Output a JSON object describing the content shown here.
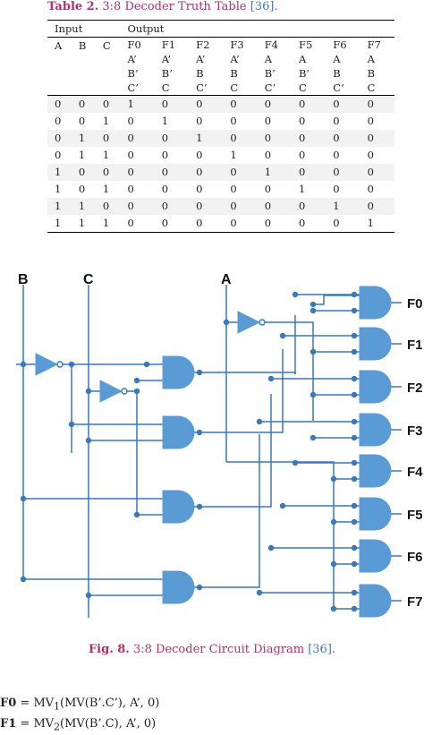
{
  "table": {
    "caption_label": "Table 2.",
    "caption_title": "3:8 Decoder Truth Table",
    "caption_ref": "[36]",
    "caption_end": ".",
    "group_headers": [
      "Input",
      "Output"
    ],
    "input_headers": [
      "A",
      "B",
      "C"
    ],
    "output_headers": [
      [
        "F0",
        "A’",
        "B’",
        "C’"
      ],
      [
        "F1",
        "A’",
        "B’",
        "C"
      ],
      [
        "F2",
        "A’",
        "B",
        "C’"
      ],
      [
        "F3",
        "A’",
        "B",
        "C"
      ],
      [
        "F4",
        "A",
        "B’",
        "C’"
      ],
      [
        "F5",
        "A",
        "B’",
        "C"
      ],
      [
        "F6",
        "A",
        "B",
        "C’"
      ],
      [
        "F7",
        "A",
        "B",
        "C"
      ]
    ],
    "rows": [
      [
        "0",
        "0",
        "0",
        "1",
        "0",
        "0",
        "0",
        "0",
        "0",
        "0",
        "0"
      ],
      [
        "0",
        "0",
        "1",
        "0",
        "1",
        "0",
        "0",
        "0",
        "0",
        "0",
        "0"
      ],
      [
        "0",
        "1",
        "0",
        "0",
        "0",
        "1",
        "0",
        "0",
        "0",
        "0",
        "0"
      ],
      [
        "0",
        "1",
        "1",
        "0",
        "0",
        "0",
        "1",
        "0",
        "0",
        "0",
        "0"
      ],
      [
        "1",
        "0",
        "0",
        "0",
        "0",
        "0",
        "0",
        "1",
        "0",
        "0",
        "0"
      ],
      [
        "1",
        "0",
        "1",
        "0",
        "0",
        "0",
        "0",
        "0",
        "1",
        "0",
        "0"
      ],
      [
        "1",
        "1",
        "0",
        "0",
        "0",
        "0",
        "0",
        "0",
        "0",
        "1",
        "0"
      ],
      [
        "1",
        "1",
        "1",
        "0",
        "0",
        "0",
        "0",
        "0",
        "0",
        "0",
        "1"
      ]
    ]
  },
  "circuit": {
    "input_labels": [
      "B",
      "C",
      "A"
    ],
    "output_labels": [
      "F0",
      "F1",
      "F2",
      "F3",
      "F4",
      "F5",
      "F6",
      "F7"
    ],
    "gate_color": "#5b9bd5",
    "wire_color": "#3a78b8"
  },
  "figure": {
    "caption_label": "Fig. 8.",
    "caption_title": "3:8 Decoder Circuit Diagram",
    "caption_ref": "[36]",
    "caption_end": "."
  },
  "equations": [
    {
      "lhs": "F0",
      "eq": " = MV",
      "sub": "1",
      "rhs": "(MV(B’.C’), A’, 0)"
    },
    {
      "lhs": "F1",
      "eq": " = MV",
      "sub": "2",
      "rhs": "(MV(B’.C), A’, 0)"
    }
  ],
  "colors": {
    "caption_accent": "#b0306a",
    "link": "#3a78b8"
  }
}
